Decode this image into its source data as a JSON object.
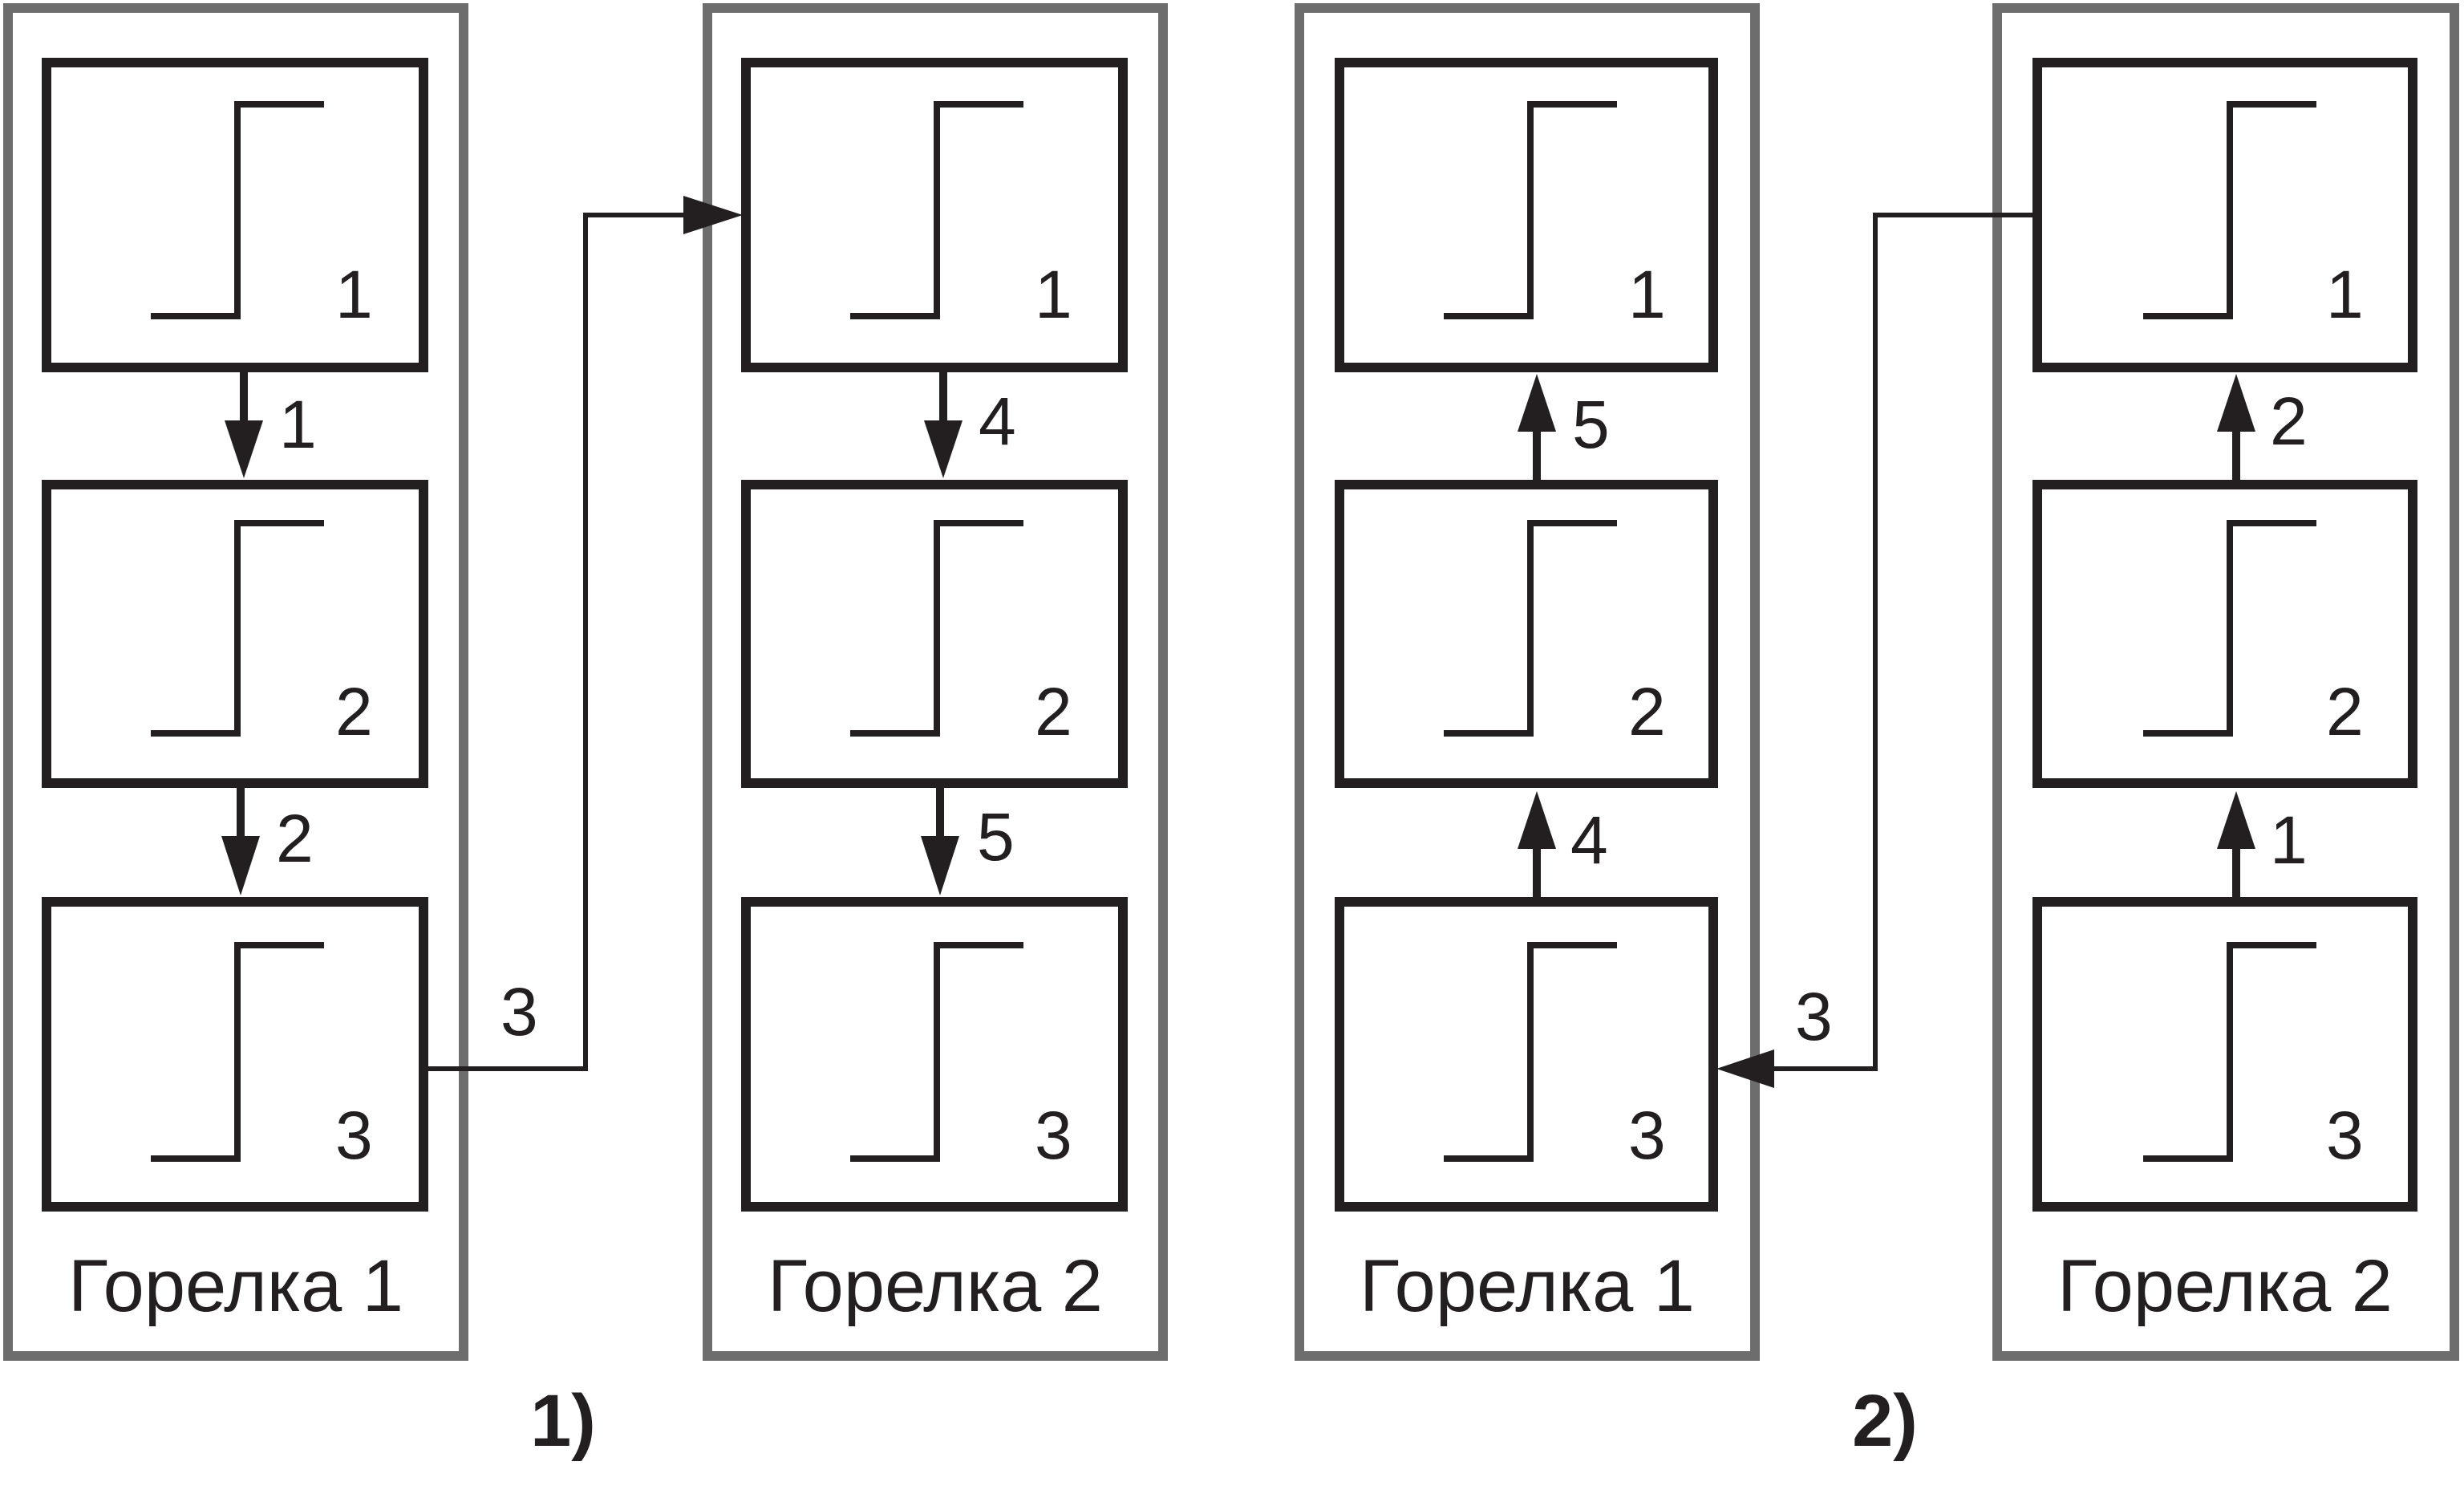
{
  "schemes": [
    {
      "caption": "1)",
      "panels": [
        {
          "label": "Горелка 1",
          "stage_numbers": [
            "1",
            "2",
            "3"
          ]
        },
        {
          "label": "Горелка 2",
          "stage_numbers": [
            "1",
            "2",
            "3"
          ]
        }
      ],
      "arrow_labels": {
        "a": "1",
        "b": "2",
        "c": "3",
        "d": "4",
        "e": "5"
      }
    },
    {
      "caption": "2)",
      "panels": [
        {
          "label": "Горелка 1",
          "stage_numbers": [
            "1",
            "2",
            "3"
          ]
        },
        {
          "label": "Горелка 2",
          "stage_numbers": [
            "1",
            "2",
            "3"
          ]
        }
      ],
      "arrow_labels": {
        "a": "5",
        "b": "4",
        "c": "3",
        "d": "2",
        "e": "1"
      }
    }
  ]
}
